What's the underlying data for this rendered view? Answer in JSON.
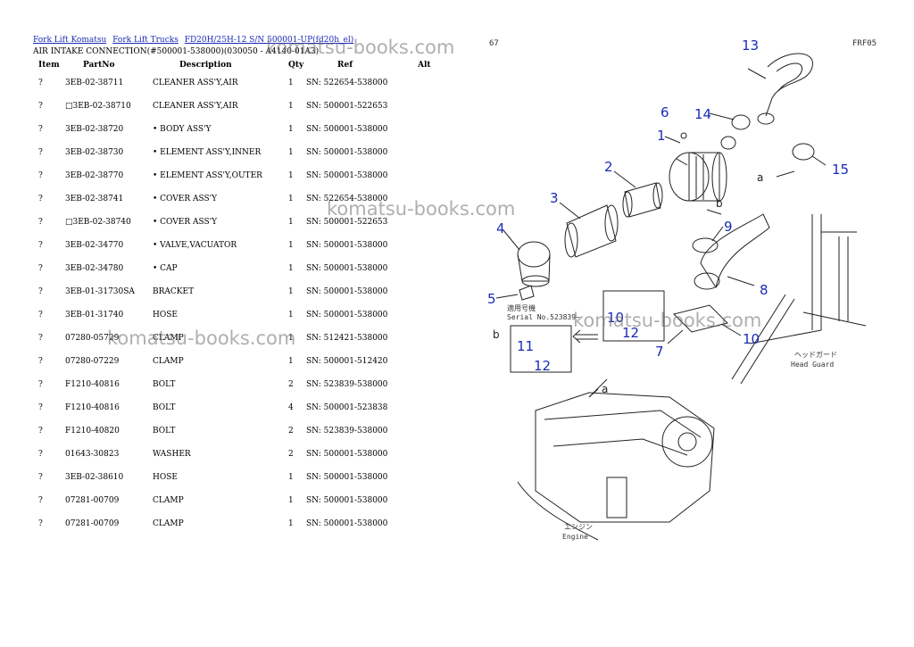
{
  "breadcrumb": {
    "links": [
      "Fork Lift Komatsu",
      "Fork Lift Trucks",
      "FD20H/25H-12 S/N 500001-UP(fd20h_el)"
    ]
  },
  "subtitle": "AIR INTAKE CONNECTION(#500001-538000)(030050 - A4140-01A3)",
  "table": {
    "headers": [
      "Item",
      "PartNo",
      "Description",
      "Qty",
      "Ref",
      "Alt"
    ],
    "rows": [
      {
        "item": "?",
        "part": "3EB-02-38711",
        "desc": "CLEANER ASS'Y,AIR",
        "qty": "1",
        "ref": "SN: 522654-538000"
      },
      {
        "item": "?",
        "part": "□3EB-02-38710",
        "desc": "CLEANER ASS'Y,AIR",
        "qty": "1",
        "ref": "SN: 500001-522653"
      },
      {
        "item": "?",
        "part": "3EB-02-38720",
        "desc": "• BODY ASS'Y",
        "qty": "1",
        "ref": "SN: 500001-538000"
      },
      {
        "item": "?",
        "part": "3EB-02-38730",
        "desc": "• ELEMENT ASS'Y,INNER",
        "qty": "1",
        "ref": "SN: 500001-538000"
      },
      {
        "item": "?",
        "part": "3EB-02-38770",
        "desc": "• ELEMENT ASS'Y,OUTER",
        "qty": "1",
        "ref": "SN: 500001-538000"
      },
      {
        "item": "?",
        "part": "3EB-02-38741",
        "desc": "• COVER ASS'Y",
        "qty": "1",
        "ref": "SN: 522654-538000"
      },
      {
        "item": "?",
        "part": "□3EB-02-38740",
        "desc": "• COVER ASS'Y",
        "qty": "1",
        "ref": "SN: 500001-522653"
      },
      {
        "item": "?",
        "part": "3EB-02-34770",
        "desc": "• VALVE,VACUATOR",
        "qty": "1",
        "ref": "SN: 500001-538000"
      },
      {
        "item": "?",
        "part": "3EB-02-34780",
        "desc": "• CAP",
        "qty": "1",
        "ref": "SN: 500001-538000"
      },
      {
        "item": "?",
        "part": "3EB-01-31730SA",
        "desc": "BRACKET",
        "qty": "1",
        "ref": "SN: 500001-538000"
      },
      {
        "item": "?",
        "part": "3EB-01-31740",
        "desc": "HOSE",
        "qty": "1",
        "ref": "SN: 500001-538000"
      },
      {
        "item": "?",
        "part": "07280-05729",
        "desc": "CLAMP",
        "qty": "1",
        "ref": "SN: 512421-538000"
      },
      {
        "item": "?",
        "part": "07280-07229",
        "desc": "CLAMP",
        "qty": "1",
        "ref": "SN: 500001-512420"
      },
      {
        "item": "?",
        "part": "F1210-40816",
        "desc": "BOLT",
        "qty": "2",
        "ref": "SN: 523839-538000"
      },
      {
        "item": "?",
        "part": "F1210-40816",
        "desc": "BOLT",
        "qty": "4",
        "ref": "SN: 500001-523838"
      },
      {
        "item": "?",
        "part": "F1210-40820",
        "desc": "BOLT",
        "qty": "2",
        "ref": "SN: 523839-538000"
      },
      {
        "item": "?",
        "part": "01643-30823",
        "desc": "WASHER",
        "qty": "2",
        "ref": "SN: 500001-538000"
      },
      {
        "item": "?",
        "part": "3EB-02-38610",
        "desc": "HOSE",
        "qty": "1",
        "ref": "SN: 500001-538000"
      },
      {
        "item": "?",
        "part": "07281-00709",
        "desc": "CLAMP",
        "qty": "1",
        "ref": "SN: 500001-538000"
      },
      {
        "item": "?",
        "part": "07281-00709",
        "desc": "CLAMP",
        "qty": "1",
        "ref": "SN: 500001-538000"
      }
    ]
  },
  "watermark": "komatsu-books.com",
  "diagram": {
    "page_number": "67",
    "figure_code": "FRF05",
    "callouts": [
      "1",
      "2",
      "3",
      "4",
      "5",
      "6",
      "7",
      "8",
      "9",
      "10",
      "10",
      "11",
      "12",
      "12",
      "13",
      "14",
      "15"
    ],
    "arrow_labels": [
      "a",
      "a",
      "b",
      "b"
    ],
    "serial_note_ja": "適用号機",
    "serial_note": "Serial No.523839~",
    "head_guard_ja": "ヘッドガード",
    "head_guard": "Head Guard",
    "engine_ja": "エンジン",
    "engine": "Engine"
  },
  "colors": {
    "link": "#1a2bb5",
    "callout": "#1a2bb5",
    "watermark": "#6e6e6e"
  }
}
